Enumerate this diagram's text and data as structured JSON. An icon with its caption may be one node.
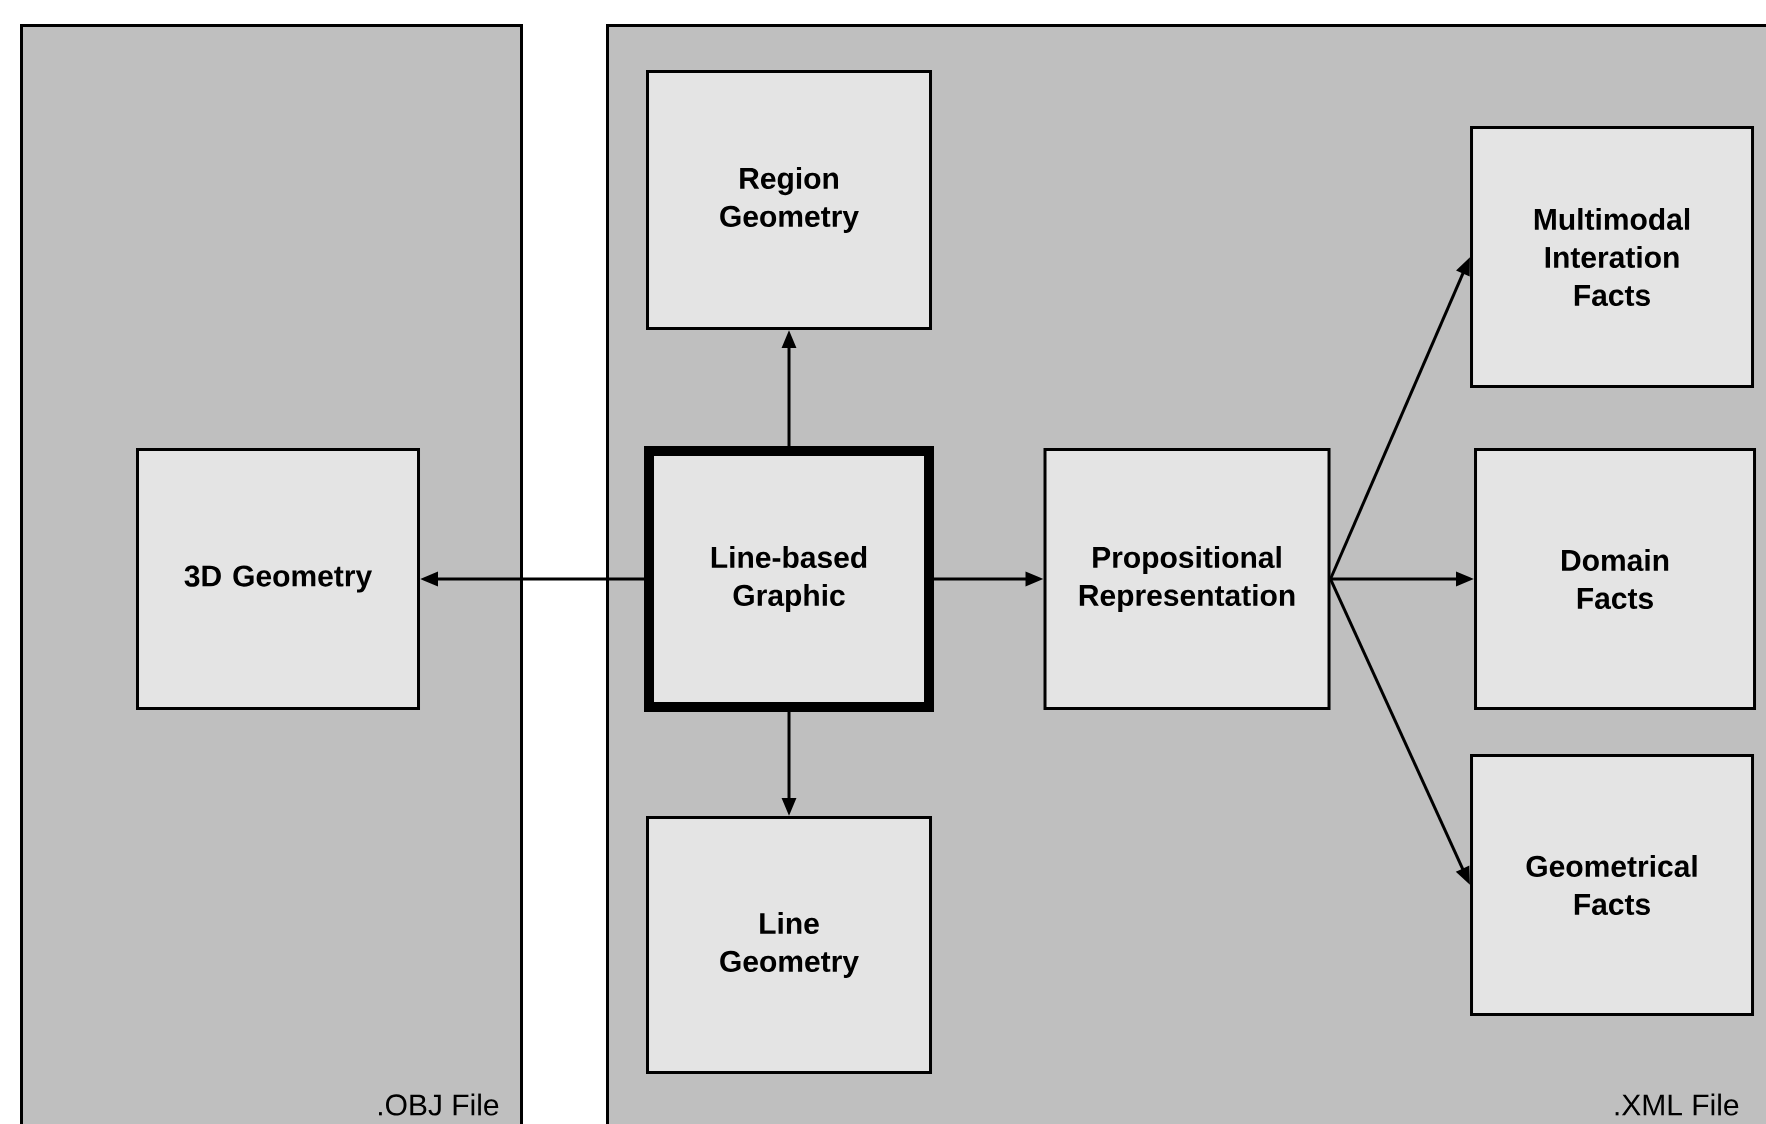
{
  "diagram": {
    "nodes": [
      {
        "text": [
          ".OBJ File"
        ]
      },
      {
        "text": [
          "3D Geometry"
        ],
        "in": 0
      },
      {
        "text": [
          ".XML File"
        ]
      },
      {
        "text": [
          "Region Geometry"
        ],
        "in": 2
      },
      {
        "text": [
          "Line-based Graphic"
        ],
        "in": 2
      },
      {
        "text": [
          "Line Geometry"
        ],
        "in": 2
      },
      {
        "text": [
          "Propositional Representation"
        ],
        "in": 2
      },
      {
        "text": [
          "Multimodal Interation Facts"
        ],
        "in": 2
      },
      {
        "text": [
          "Domain Facts"
        ],
        "in": 2
      },
      {
        "text": [
          "Geometrical Facts"
        ],
        "in": 2
      }
    ],
    "edges": [
      {
        "from": 4,
        "to": 1,
        "arrow": "to"
      },
      {
        "from": 4,
        "to": 3,
        "arrow": "to"
      },
      {
        "from": 4,
        "to": 5,
        "arrow": "to"
      },
      {
        "from": 4,
        "to": 6,
        "arrow": "to"
      },
      {
        "from": 6,
        "to": 7,
        "arrow": "to"
      },
      {
        "from": 6,
        "to": 8,
        "arrow": "to"
      },
      {
        "from": 6,
        "to": 9,
        "arrow": "to"
      }
    ]
  }
}
